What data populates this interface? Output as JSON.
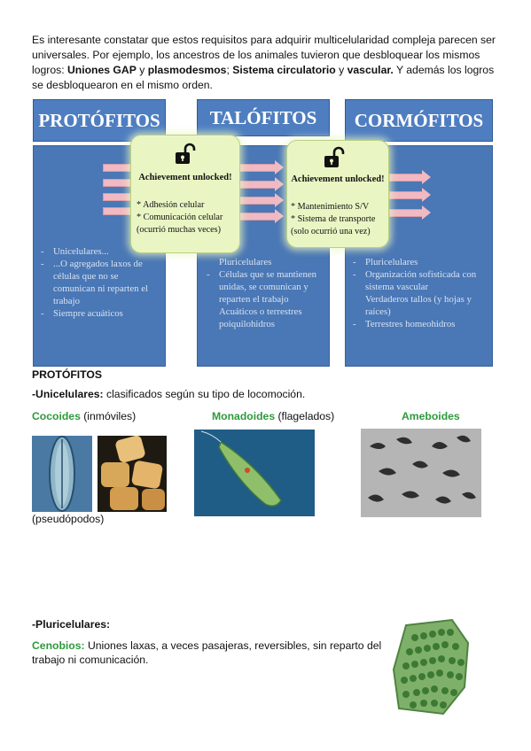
{
  "intro": {
    "p1": "Es interesante constatar que estos requisitos para adquirir multicelularidad compleja parecen ser universales. Por ejemplo, los ancestros de los animales tuvieron que desbloquear los mismos logros: ",
    "b1": "Uniones GAP",
    "p2": " y ",
    "b2": "plasmodesmos",
    "p3": "; ",
    "b3": "Sistema circulatorio",
    "p4": " y ",
    "b4": "vascular.",
    "p5": " Y además los logros se desbloquearon en el mismo orden."
  },
  "diagram": {
    "headers": [
      "PROTÓFITOS",
      "TALÓFITOS",
      "CORMÓFITOS"
    ],
    "col1_items": [
      "Unicelulares...",
      "...O agregados laxos de células que no se comunican ni reparten el trabajo",
      "Siempre acuáticos"
    ],
    "col2_items": [
      "Pluricelulares",
      "Células que se mantienen unidas, se comunican y reparten el trabajo",
      "Acuáticos o terrestres poiquilohidros"
    ],
    "col3_items": [
      "Pluricelulares",
      "Organización sofisticada con sistema vascular",
      "Verdaderos tallos (y hojas y raíces)",
      "Terrestres homeohidros"
    ],
    "col2_dashes": [
      "",
      "-",
      ""
    ],
    "col3_dashes": [
      "-",
      "-",
      "",
      "-"
    ],
    "ach1": {
      "title": "Achievement unlocked!",
      "lines": [
        "* Adhesión celular",
        "* Comunicación celular",
        "(ocurrió muchas veces)"
      ]
    },
    "ach2": {
      "title": "Achievement unlocked!",
      "lines": [
        "* Mantenimiento S/V",
        "* Sistema de transporte",
        "(solo ocurrió una vez)"
      ]
    }
  },
  "section": {
    "heading": "PROTÓFITOS",
    "unicel_label": "-Unicelulares:",
    "unicel_text": " clasificados según su tipo de locomoción.",
    "cocoides": "Cocoides",
    "cocoides_note": " (inmóviles)",
    "monadoides": "Monadoides",
    "monadoides_note": " (flagelados)",
    "ameboides": "Ameboides",
    "ameboides_note": "(pseudópodos)",
    "pluricel_label": "-Pluricelulares:",
    "cenobios": "Cenobios:",
    "cenobios_text": " Uniones laxas, a veces pasajeras, reversibles, sin reparto del trabajo ni comunicación."
  },
  "colors": {
    "column_blue": "#4a77b5",
    "achievement_green": "#e9f6c4",
    "arrow_pink": "#f1b9c2",
    "label_green": "#2e9a3c"
  }
}
